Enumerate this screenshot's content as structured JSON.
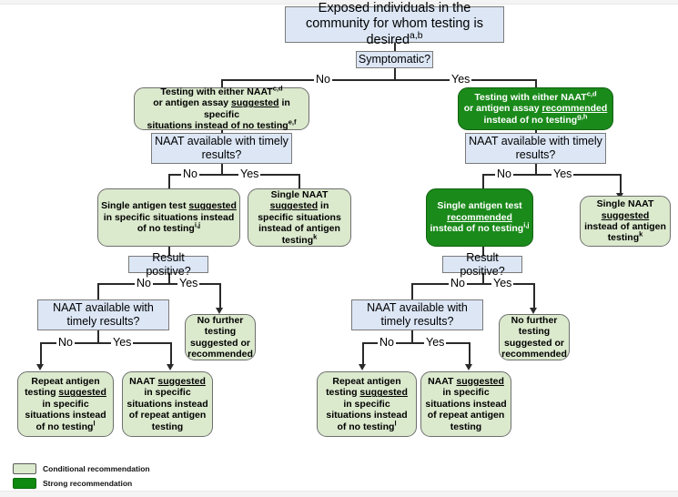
{
  "diagram": {
    "title": "Testing algorithm for exposed individuals in the community",
    "colors": {
      "decision_fill": "#dce6f5",
      "conditional_fill": "#dbe9cd",
      "strong_fill": "#1a8a1a",
      "line": "#2a2a2a"
    },
    "nodes": {
      "entry": "Exposed individuals in the community for whom testing is desired",
      "entry_sup": "a,b",
      "symptomatic": "Symptomatic?",
      "left_top_l1": "Testing with either NAAT",
      "left_top_sup1": "c,d",
      "left_top_l2a": "or antigen assay ",
      "left_top_l2b": "suggested",
      "left_top_l2c": " in specific",
      "left_top_l3": "situations instead of no testing",
      "left_top_sup2": "e,f",
      "right_top_l1": "Testing with either NAAT",
      "right_top_sup1": "c,d",
      "right_top_l2a": "or antigen assay ",
      "right_top_l2b": "recommended",
      "right_top_l3": "instead of no testing",
      "right_top_sup2": "g,h",
      "naat_available_left": "NAAT available with timely results?",
      "naat_available_right": "NAAT available with timely results?",
      "left_single_antigen_a": "Single antigen test  ",
      "left_single_antigen_b": "suggested",
      "left_single_antigen_c": "in specific situations instead of no testing",
      "left_single_antigen_sup": "i,j",
      "left_single_naat_a": "Single NAAT",
      "left_single_naat_b": "suggested",
      "left_single_naat_c": " in specific situations instead of antigen testing",
      "left_single_naat_sup": "k",
      "right_single_antigen_a": "Single antigen test",
      "right_single_antigen_b": "recommended",
      "right_single_antigen_c": " instead of no testing",
      "right_single_antigen_sup": "i,j",
      "right_single_naat_a": "Single NAAT",
      "right_single_naat_b": "suggested",
      "right_single_naat_c": " instead of antigen testing",
      "right_single_naat_sup": "k",
      "result_positive_left": "Result positive?",
      "result_positive_right": "Result positive?",
      "naat_available_left2": "NAAT available with timely results?",
      "naat_available_right2": "NAAT available with timely results?",
      "no_further_left": "No further testing suggested or recommended",
      "no_further_right": "No further testing suggested or recommended",
      "left_repeat_a": "Repeat antigen testing ",
      "left_repeat_b": "suggested",
      "left_repeat_c": " in specific situations instead of no testing",
      "left_repeat_sup": "l",
      "left_naat_rep_a": "NAAT ",
      "left_naat_rep_b": "suggested",
      "left_naat_rep_c": " in specific situations instead of repeat antigen testing",
      "right_repeat_a": "Repeat antigen testing ",
      "right_repeat_b": "suggested",
      "right_repeat_c": " in specific situations instead of no testing",
      "right_repeat_sup": "l",
      "right_naat_rep_a": "NAAT ",
      "right_naat_rep_b": "suggested",
      "right_naat_rep_c": " in specific situations instead of repeat antigen testing"
    },
    "edge_labels": {
      "sym_no": "No",
      "sym_yes": "Yes",
      "l1_no": "No",
      "l1_yes": "Yes",
      "r1_no": "No",
      "r1_yes": "Yes",
      "l2_no": "No",
      "l2_yes": "Yes",
      "r2_no": "No",
      "r2_yes": "Yes",
      "l3_no": "No",
      "l3_yes": "Yes",
      "r3_no": "No",
      "r3_yes": "Yes"
    },
    "legend": [
      {
        "label": "Conditional recommendation",
        "swatch": "conditional"
      },
      {
        "label": "Strong recommendation",
        "swatch": "strong"
      }
    ]
  }
}
